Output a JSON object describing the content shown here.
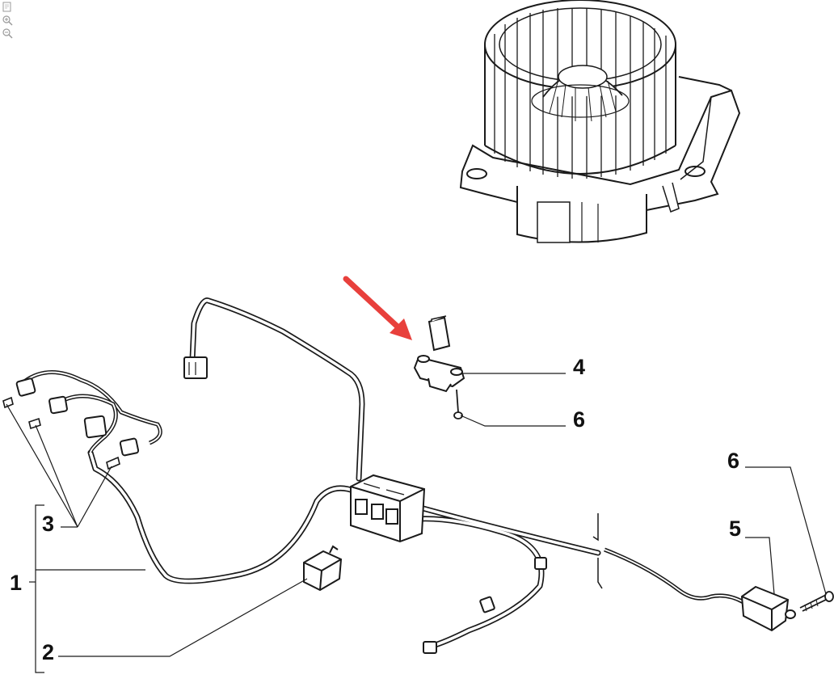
{
  "toolbar": {
    "tools": [
      {
        "icon": "fit-page-icon"
      },
      {
        "icon": "zoom-in-icon"
      },
      {
        "icon": "zoom-out-icon"
      }
    ]
  },
  "diagram": {
    "callouts": [
      {
        "id": "c1",
        "text": "1"
      },
      {
        "id": "c2",
        "text": "2"
      },
      {
        "id": "c3",
        "text": "3"
      },
      {
        "id": "c4",
        "text": "4"
      },
      {
        "id": "c5",
        "text": "5"
      },
      {
        "id": "c6a",
        "text": "6"
      },
      {
        "id": "c6b",
        "text": "6"
      }
    ],
    "highlight_arrow_color": "#e8403c",
    "line_color": "#1a1a1a"
  }
}
